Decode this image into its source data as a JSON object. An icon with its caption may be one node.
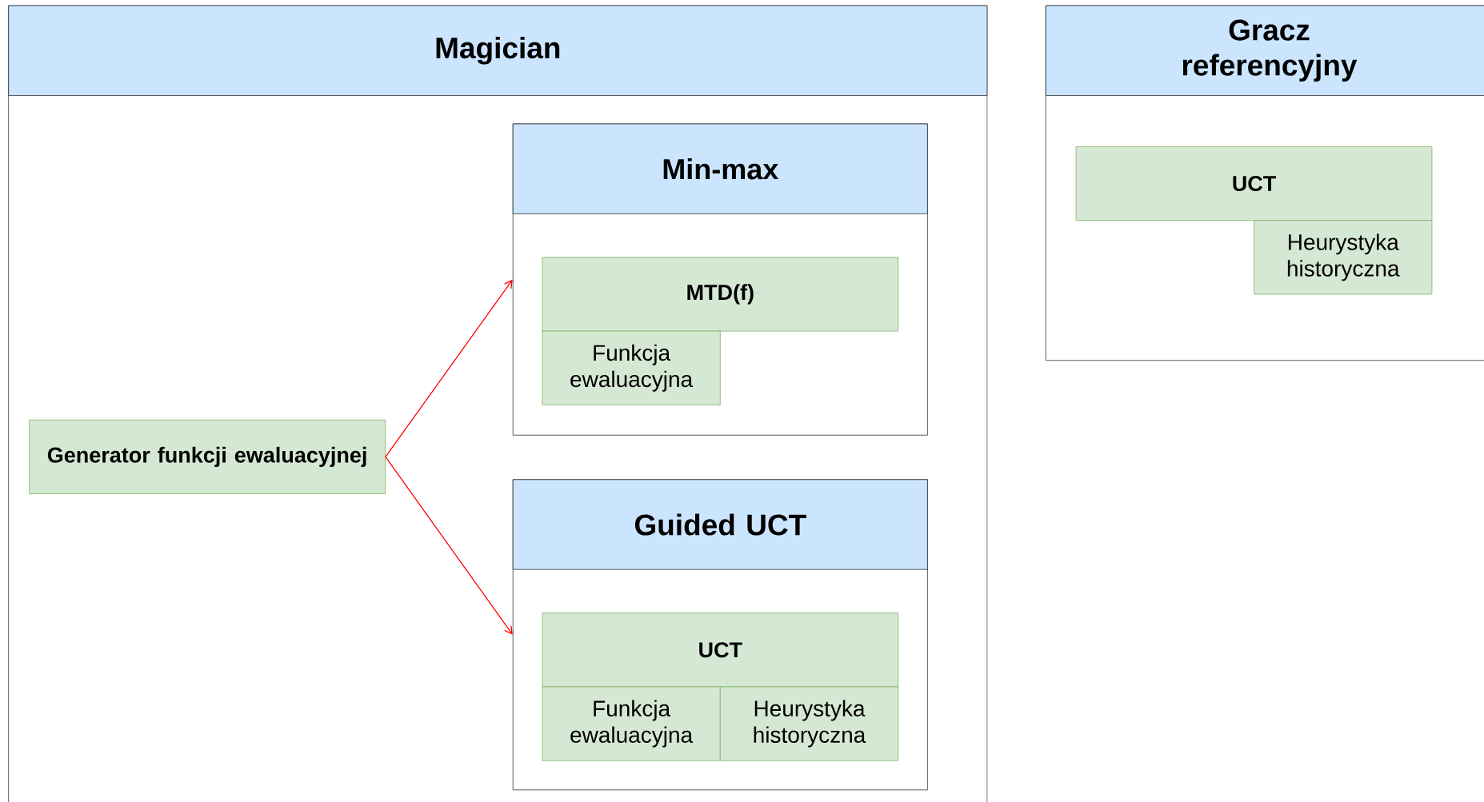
{
  "diagram": {
    "nodes": [
      {
        "text": [
          "Magician"
        ]
      },
      {
        "text": [
          "Min-max"
        ],
        "in": 0
      },
      {
        "text": [
          "MTD(f)"
        ],
        "in": 1
      },
      {
        "text": [
          "Funkcja ewaluacyjna"
        ],
        "in": 1
      },
      {
        "text": [
          "Generator funkcji ewaluacyjnej"
        ],
        "in": 0
      },
      {
        "text": [
          "Guided UCT"
        ],
        "in": 0
      },
      {
        "text": [
          "UCT"
        ],
        "in": 5
      },
      {
        "text": [
          "Funkcja ewaluacyjna"
        ],
        "in": 5
      },
      {
        "text": [
          "Heurystyka historyczna"
        ],
        "in": 5
      },
      {
        "text": [
          "Gracz referencyjny"
        ]
      },
      {
        "text": [
          "UCT"
        ],
        "in": 9
      },
      {
        "text": [
          "Heurystyka historyczna"
        ],
        "in": 9
      }
    ],
    "edges": [
      {
        "from": 4,
        "to": 1,
        "arrow": "to",
        "color": "#ff0000"
      },
      {
        "from": 4,
        "to": 5,
        "arrow": "to",
        "color": "#ff0000"
      }
    ]
  }
}
